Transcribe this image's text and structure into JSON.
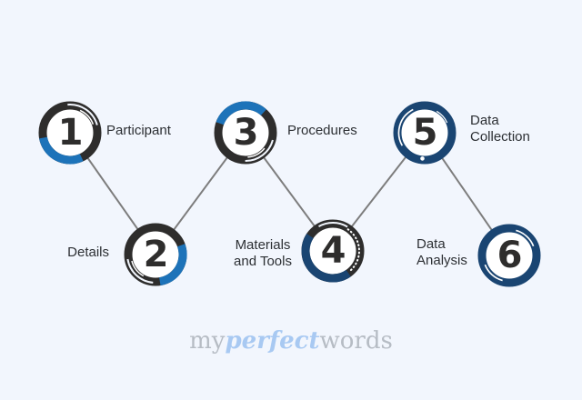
{
  "background_color": "#f2f6fd",
  "palette": {
    "ring_dark": "#2e2d2c",
    "ring_blue": "#1d73b9",
    "ring_navy": "#1a4572",
    "connector_gray": "#7d7d7d",
    "label_text": "#2c2f33",
    "logo_gray": "#b6bcc4",
    "logo_blue": "#a8c9f2"
  },
  "steps": [
    {
      "number": "1",
      "label": "Participant"
    },
    {
      "number": "2",
      "label": "Details"
    },
    {
      "number": "3",
      "label": "Procedures"
    },
    {
      "number": "4",
      "label": "Materials\nand Tools"
    },
    {
      "number": "5",
      "label": "Data\nCollection"
    },
    {
      "number": "6",
      "label": "Data\nAnalysis"
    }
  ],
  "logo": {
    "part1": "my",
    "part2": "perfect",
    "part3": "words"
  }
}
